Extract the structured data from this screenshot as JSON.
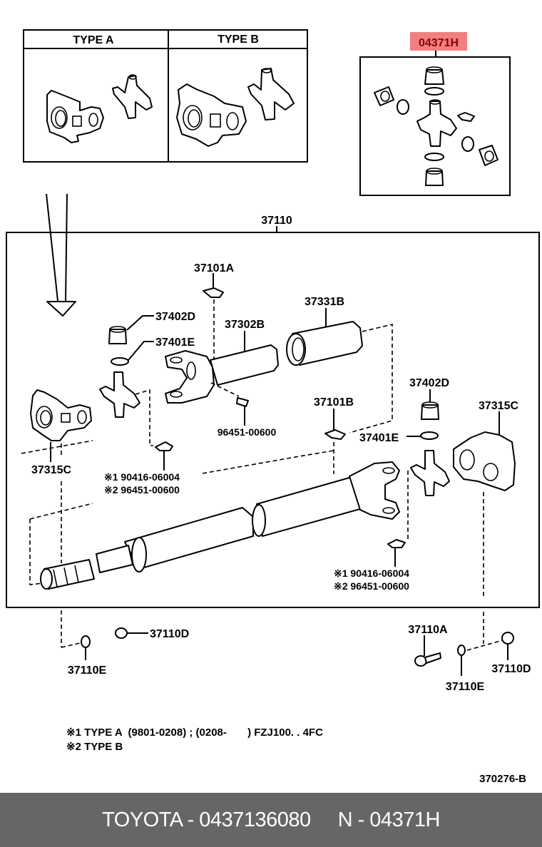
{
  "inset_types": {
    "type_a_label": "TYPE A",
    "type_b_label": "TYPE B"
  },
  "highlighted_part": {
    "code": "04371H",
    "highlight_color": "#f08080",
    "text_color": "#8b0000"
  },
  "assembly_label": "37110",
  "callouts": {
    "c37101A": "37101A",
    "c37402D_left": "37402D",
    "c37401E_left": "37401E",
    "c37302B": "37302B",
    "c37331B": "37331B",
    "c37315C_left": "37315C",
    "c96451": "96451-00600",
    "c37101B": "37101B",
    "c37402D_right": "37402D",
    "c37401E_right": "37401E",
    "c37315C_right": "37315C",
    "note_left_1": "※1 90416-06004",
    "note_left_2": "※2 96451-00600",
    "note_right_1": "※1 90416-06004",
    "note_right_2": "※2 96451-00600",
    "c37110D_left": "37110D",
    "c37110E_left": "37110E",
    "c37110A": "37110A",
    "c37110E_right": "37110E",
    "c37110D_right": "37110D"
  },
  "footnotes": {
    "line1": "※1 TYPE A  (9801-0208) ; (0208-       ) FZJ100. . 4FC",
    "line2": "※2 TYPE B"
  },
  "diagram_id": "370276-B",
  "footer": {
    "brand_part": "TOYOTA - 0437136080",
    "oem_part": "N - 04371H"
  }
}
